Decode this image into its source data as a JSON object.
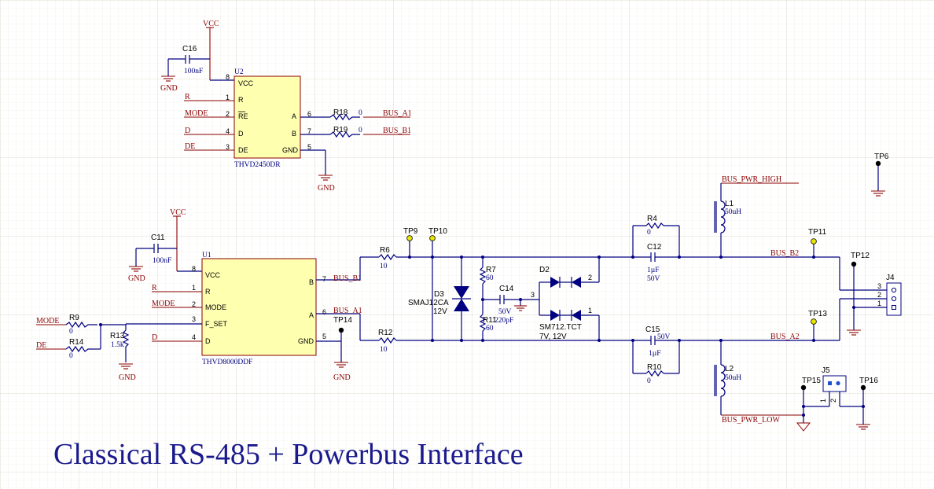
{
  "title": "Classical RS-485 + Powerbus Interface",
  "power": {
    "vcc": "VCC",
    "gnd": "GND"
  },
  "u2": {
    "ref": "U2",
    "part": "THVD2450DR",
    "pins": {
      "vcc": "VCC",
      "r": "R",
      "re": "RE",
      "d": "D",
      "de": "DE",
      "a": "A",
      "b": "B",
      "gnd": "GND"
    },
    "pin_nums": {
      "vcc": "8",
      "r": "1",
      "re": "2",
      "d": "4",
      "de": "3",
      "a": "6",
      "b": "7",
      "gnd": "5"
    },
    "nets": {
      "r": "R",
      "mode": "MODE",
      "d": "D",
      "de": "DE"
    }
  },
  "u1": {
    "ref": "U1",
    "part": "THVD8000DDF",
    "pins": {
      "vcc": "VCC",
      "r": "R",
      "mode": "MODE",
      "fset": "F_SET",
      "d": "D",
      "b": "B",
      "a": "A",
      "gnd": "GND"
    },
    "pin_nums": {
      "vcc": "8",
      "r": "1",
      "mode": "2",
      "fset": "3",
      "d": "4",
      "b": "7",
      "a": "6",
      "gnd": "5"
    },
    "nets": {
      "r": "R",
      "mode": "MODE",
      "d": "D"
    }
  },
  "c16": {
    "ref": "C16",
    "val": "100nF"
  },
  "c11": {
    "ref": "C11",
    "val": "100nF"
  },
  "r18": {
    "ref": "R18",
    "val": "0"
  },
  "r19": {
    "ref": "R19",
    "val": "0"
  },
  "bus_a1": "BUS_A1",
  "bus_b1": "BUS_B1",
  "bus_a2": "BUS_A2",
  "bus_b2": "BUS_B2",
  "r9": {
    "ref": "R9",
    "val": "0",
    "net": "MODE"
  },
  "r14": {
    "ref": "R14",
    "val": "0",
    "net": "DE"
  },
  "r13": {
    "ref": "R13",
    "val": "1.5k"
  },
  "r6": {
    "ref": "R6",
    "val": "10"
  },
  "r12": {
    "ref": "R12",
    "val": "10"
  },
  "r7": {
    "ref": "R7",
    "val": "60"
  },
  "r11": {
    "ref": "R11",
    "val": "60"
  },
  "c14": {
    "ref": "C14",
    "val1": "50V",
    "val2": "220pF",
    "pin": "3"
  },
  "d3": {
    "ref": "D3",
    "part": "SMAJ12CA",
    "val": "12V"
  },
  "d2": {
    "ref": "D2",
    "part": "SM712.TCT",
    "val": "7V, 12V",
    "pin1": "1",
    "pin2": "2"
  },
  "r4": {
    "ref": "R4",
    "val": "0"
  },
  "r10": {
    "ref": "R10",
    "val": "0"
  },
  "c12": {
    "ref": "C12",
    "val1": "1µF",
    "val2": "50V"
  },
  "c15": {
    "ref": "C15",
    "val1": "50V",
    "val2": "1µF"
  },
  "l1": {
    "ref": "L1",
    "val": "50uH"
  },
  "l2": {
    "ref": "L2",
    "val": "50uH"
  },
  "bus_pwr_high": "BUS_PWR_HIGH",
  "bus_pwr_low": "BUS_PWR_LOW",
  "j4": {
    "ref": "J4",
    "p1": "1",
    "p2": "2",
    "p3": "3"
  },
  "j5": {
    "ref": "J5",
    "p1": "1",
    "p2": "2"
  },
  "tp": {
    "tp6": "TP6",
    "tp9": "TP9",
    "tp10": "TP10",
    "tp11": "TP11",
    "tp12": "TP12",
    "tp13": "TP13",
    "tp14": "TP14",
    "tp15": "TP15",
    "tp16": "TP16"
  },
  "colors": {
    "wire": "#000080",
    "net": "#8b0000",
    "ic_fill": "#ffffb0",
    "testpoint": "#e6e600",
    "title": "#1a1a8c"
  }
}
